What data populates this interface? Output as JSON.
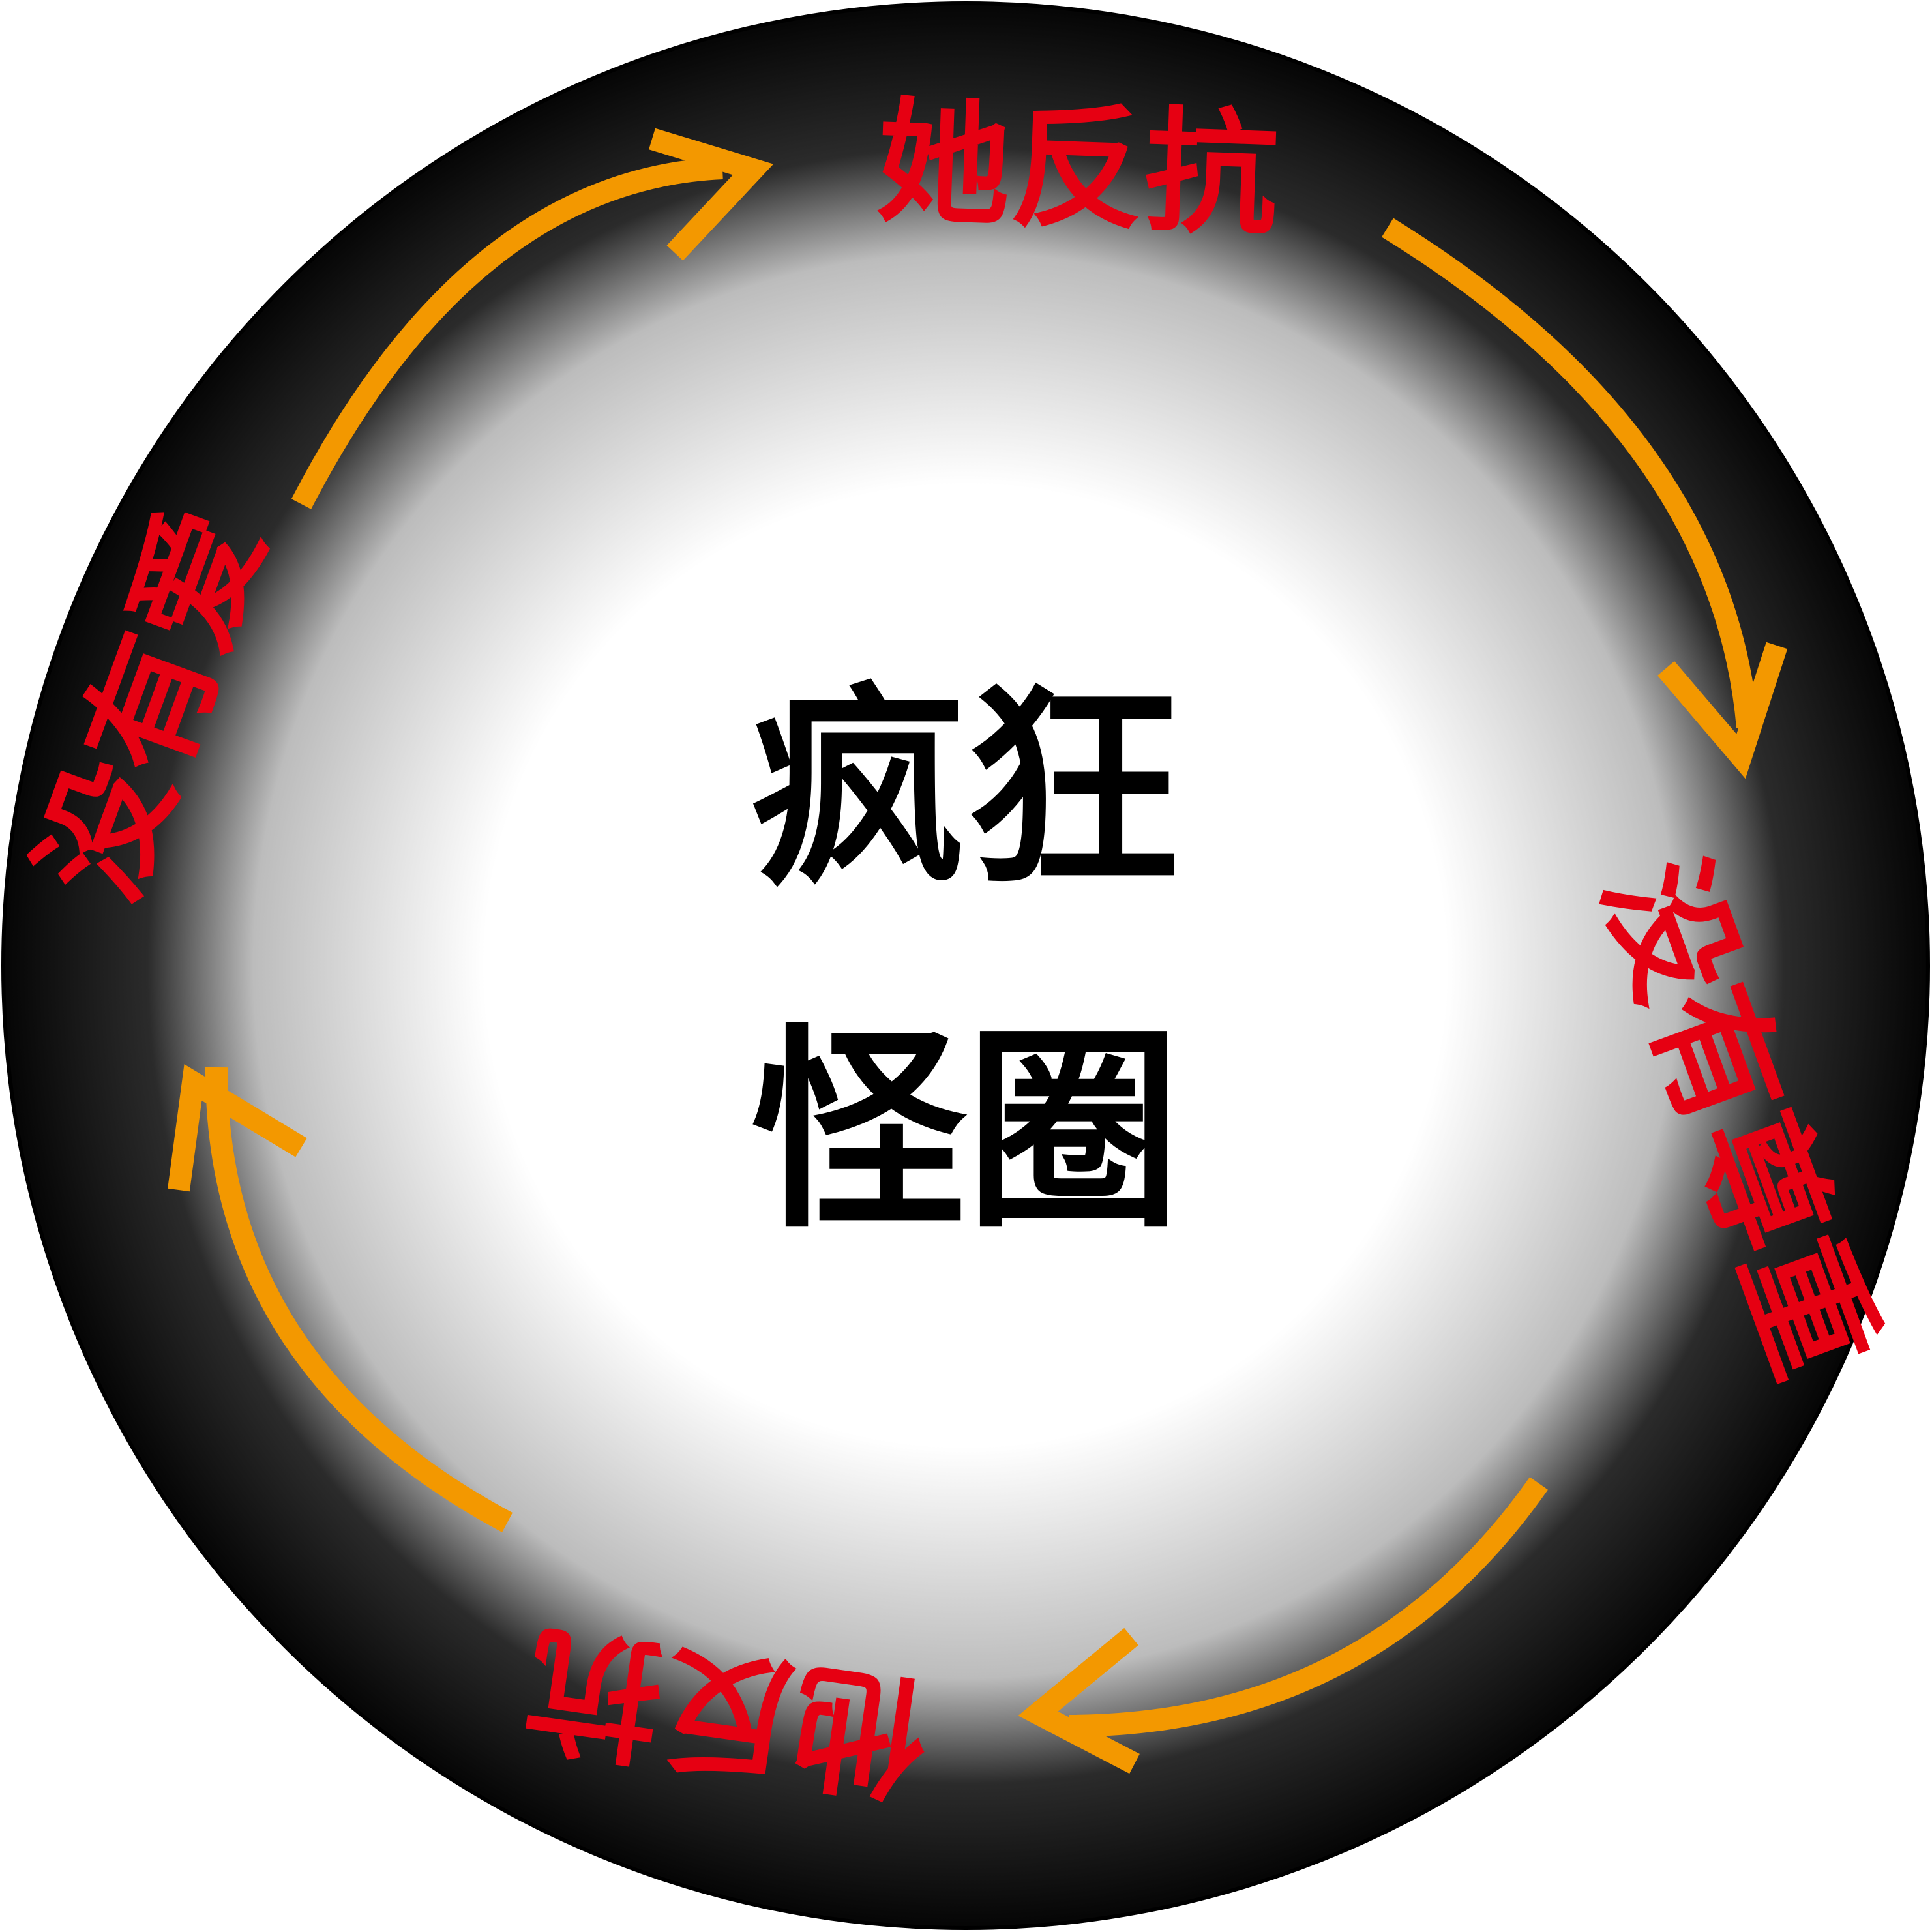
{
  "diagram": {
    "center_title": {
      "line1": "疯狂",
      "line2": "怪圈"
    },
    "cycle_steps": [
      {
        "label": "她反抗"
      },
      {
        "label": "没有尊重"
      },
      {
        "label": "他反抗"
      },
      {
        "label": "没有爱"
      }
    ],
    "colors": {
      "step_text": "#e60012",
      "arrow": "#f39800",
      "ring_outer": "#000000",
      "center_fill": "#ffffff",
      "title_text": "#000000"
    }
  }
}
